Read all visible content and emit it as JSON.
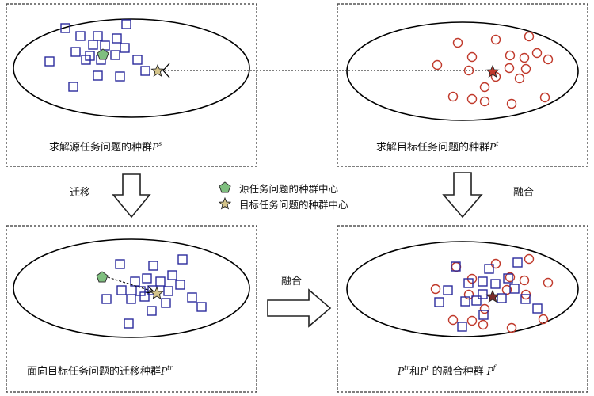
{
  "panels": {
    "source": {
      "caption": "求解源任务问题的种群",
      "symbol": "P",
      "sup": "s"
    },
    "target": {
      "caption": "求解目标任务问题的种群",
      "symbol": "P",
      "sup": "t"
    },
    "transfer": {
      "caption": "面向目标任务问题的迁移种群",
      "symbol": "P",
      "sup": "tr"
    },
    "merged": {
      "caption_a_symbol": "P",
      "caption_a_sup": "tr",
      "caption_mid": "和",
      "caption_b_symbol": "P",
      "caption_b_sup": "t",
      "caption_end": " 的融合种群 ",
      "caption_c_symbol": "P",
      "caption_c_sup": "f"
    }
  },
  "arrows": {
    "migrate_label": "迁移",
    "merge_label_right": "融合",
    "merge_label_bottom": "融合"
  },
  "legend": {
    "source_center": "源任务问题的种群中心",
    "target_center": "目标任务问题的种群中心"
  },
  "colors": {
    "square": "#2a2a9c",
    "circle": "#c0392b",
    "pentagon_fill": "#7fbf7f",
    "star_fill": "#d4c48a",
    "border": "#333333"
  }
}
